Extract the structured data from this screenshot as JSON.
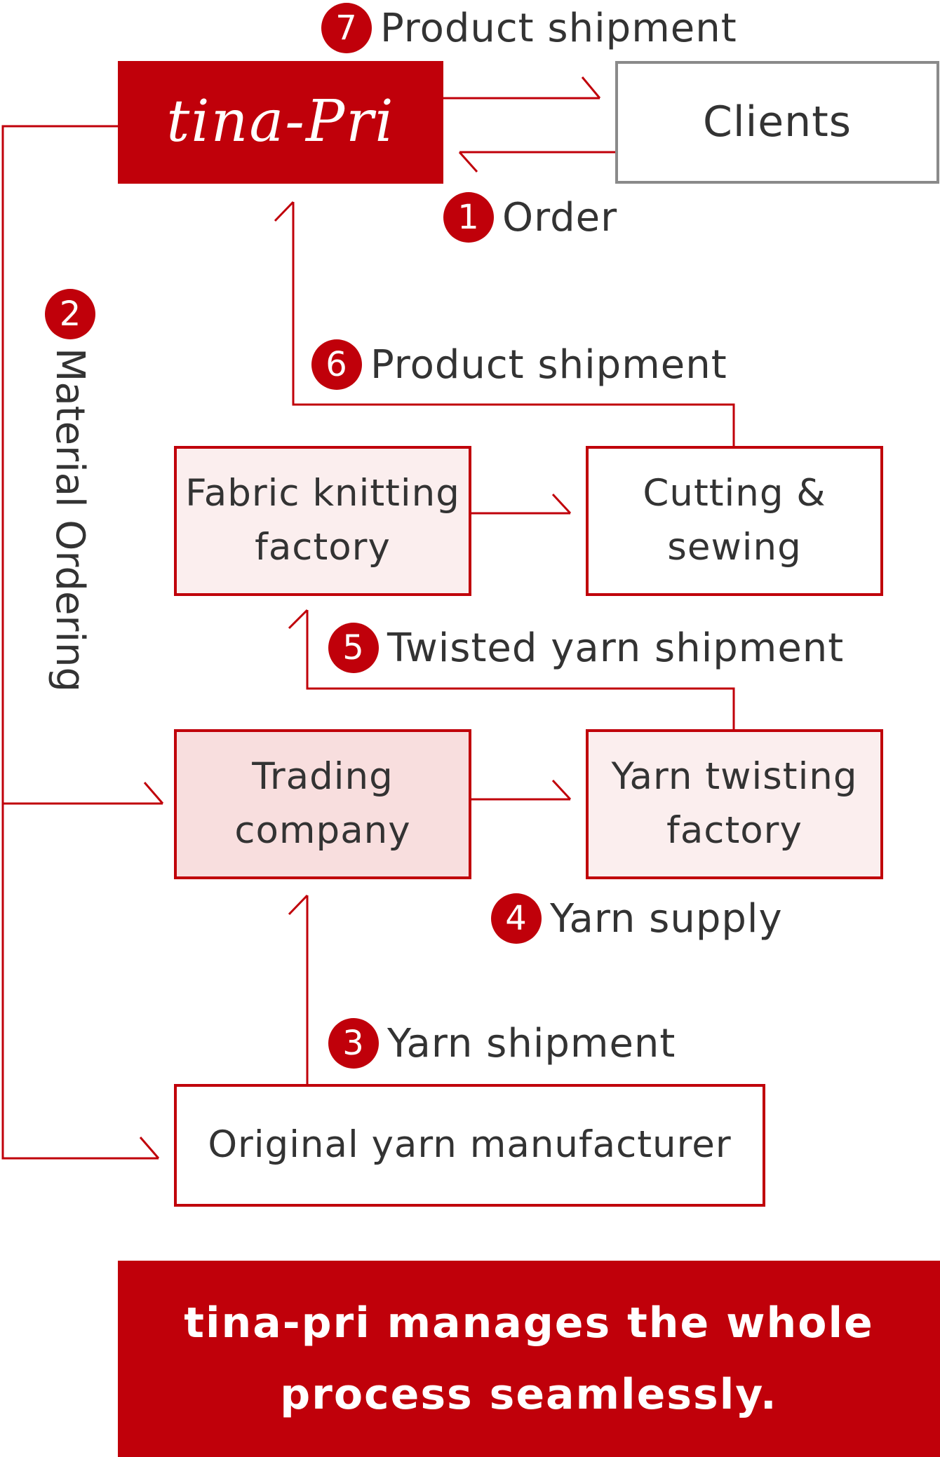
{
  "boxes": {
    "tina_pri": "tina-Pri",
    "clients": "Clients",
    "fabric_knitting": [
      "Fabric knitting",
      "factory"
    ],
    "cutting_sewing": [
      "Cutting &",
      "sewing"
    ],
    "trading_company": [
      "Trading",
      "company"
    ],
    "yarn_twisting": [
      "Yarn twisting",
      "factory"
    ],
    "original_yarn": "Original yarn manufacturer"
  },
  "steps": [
    {
      "number": "1",
      "label": "Order"
    },
    {
      "number": "2",
      "label": "Material Ordering"
    },
    {
      "number": "3",
      "label": "Yarn shipment"
    },
    {
      "number": "4",
      "label": "Yarn supply"
    },
    {
      "number": "5",
      "label": "Twisted yarn shipment"
    },
    {
      "number": "6",
      "label": "Product shipment"
    },
    {
      "number": "7",
      "label": "Product shipment"
    }
  ],
  "banner": [
    "tina-pri manages the whole",
    "process seamlessly."
  ],
  "colors": {
    "accent": "#c0000a",
    "light_pink": "#fbeeee",
    "pink": "#f8dede",
    "text": "#333333",
    "client_border": "#8a8a8a"
  }
}
